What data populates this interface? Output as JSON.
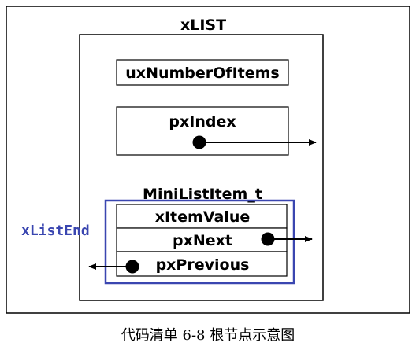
{
  "list": {
    "title": "xLIST",
    "fields": {
      "number_of_items": "uxNumberOfItems",
      "index": "pxIndex"
    },
    "mini_item": {
      "title": "MiniListItem_t",
      "fields": [
        "xItemValue",
        "pxNext",
        "pxPrevious"
      ]
    }
  },
  "side_label": "xListEnd",
  "caption": "代码清单 6-8 根节点示意图",
  "colors": {
    "line": "#000000",
    "highlight": "#3a46b0"
  }
}
